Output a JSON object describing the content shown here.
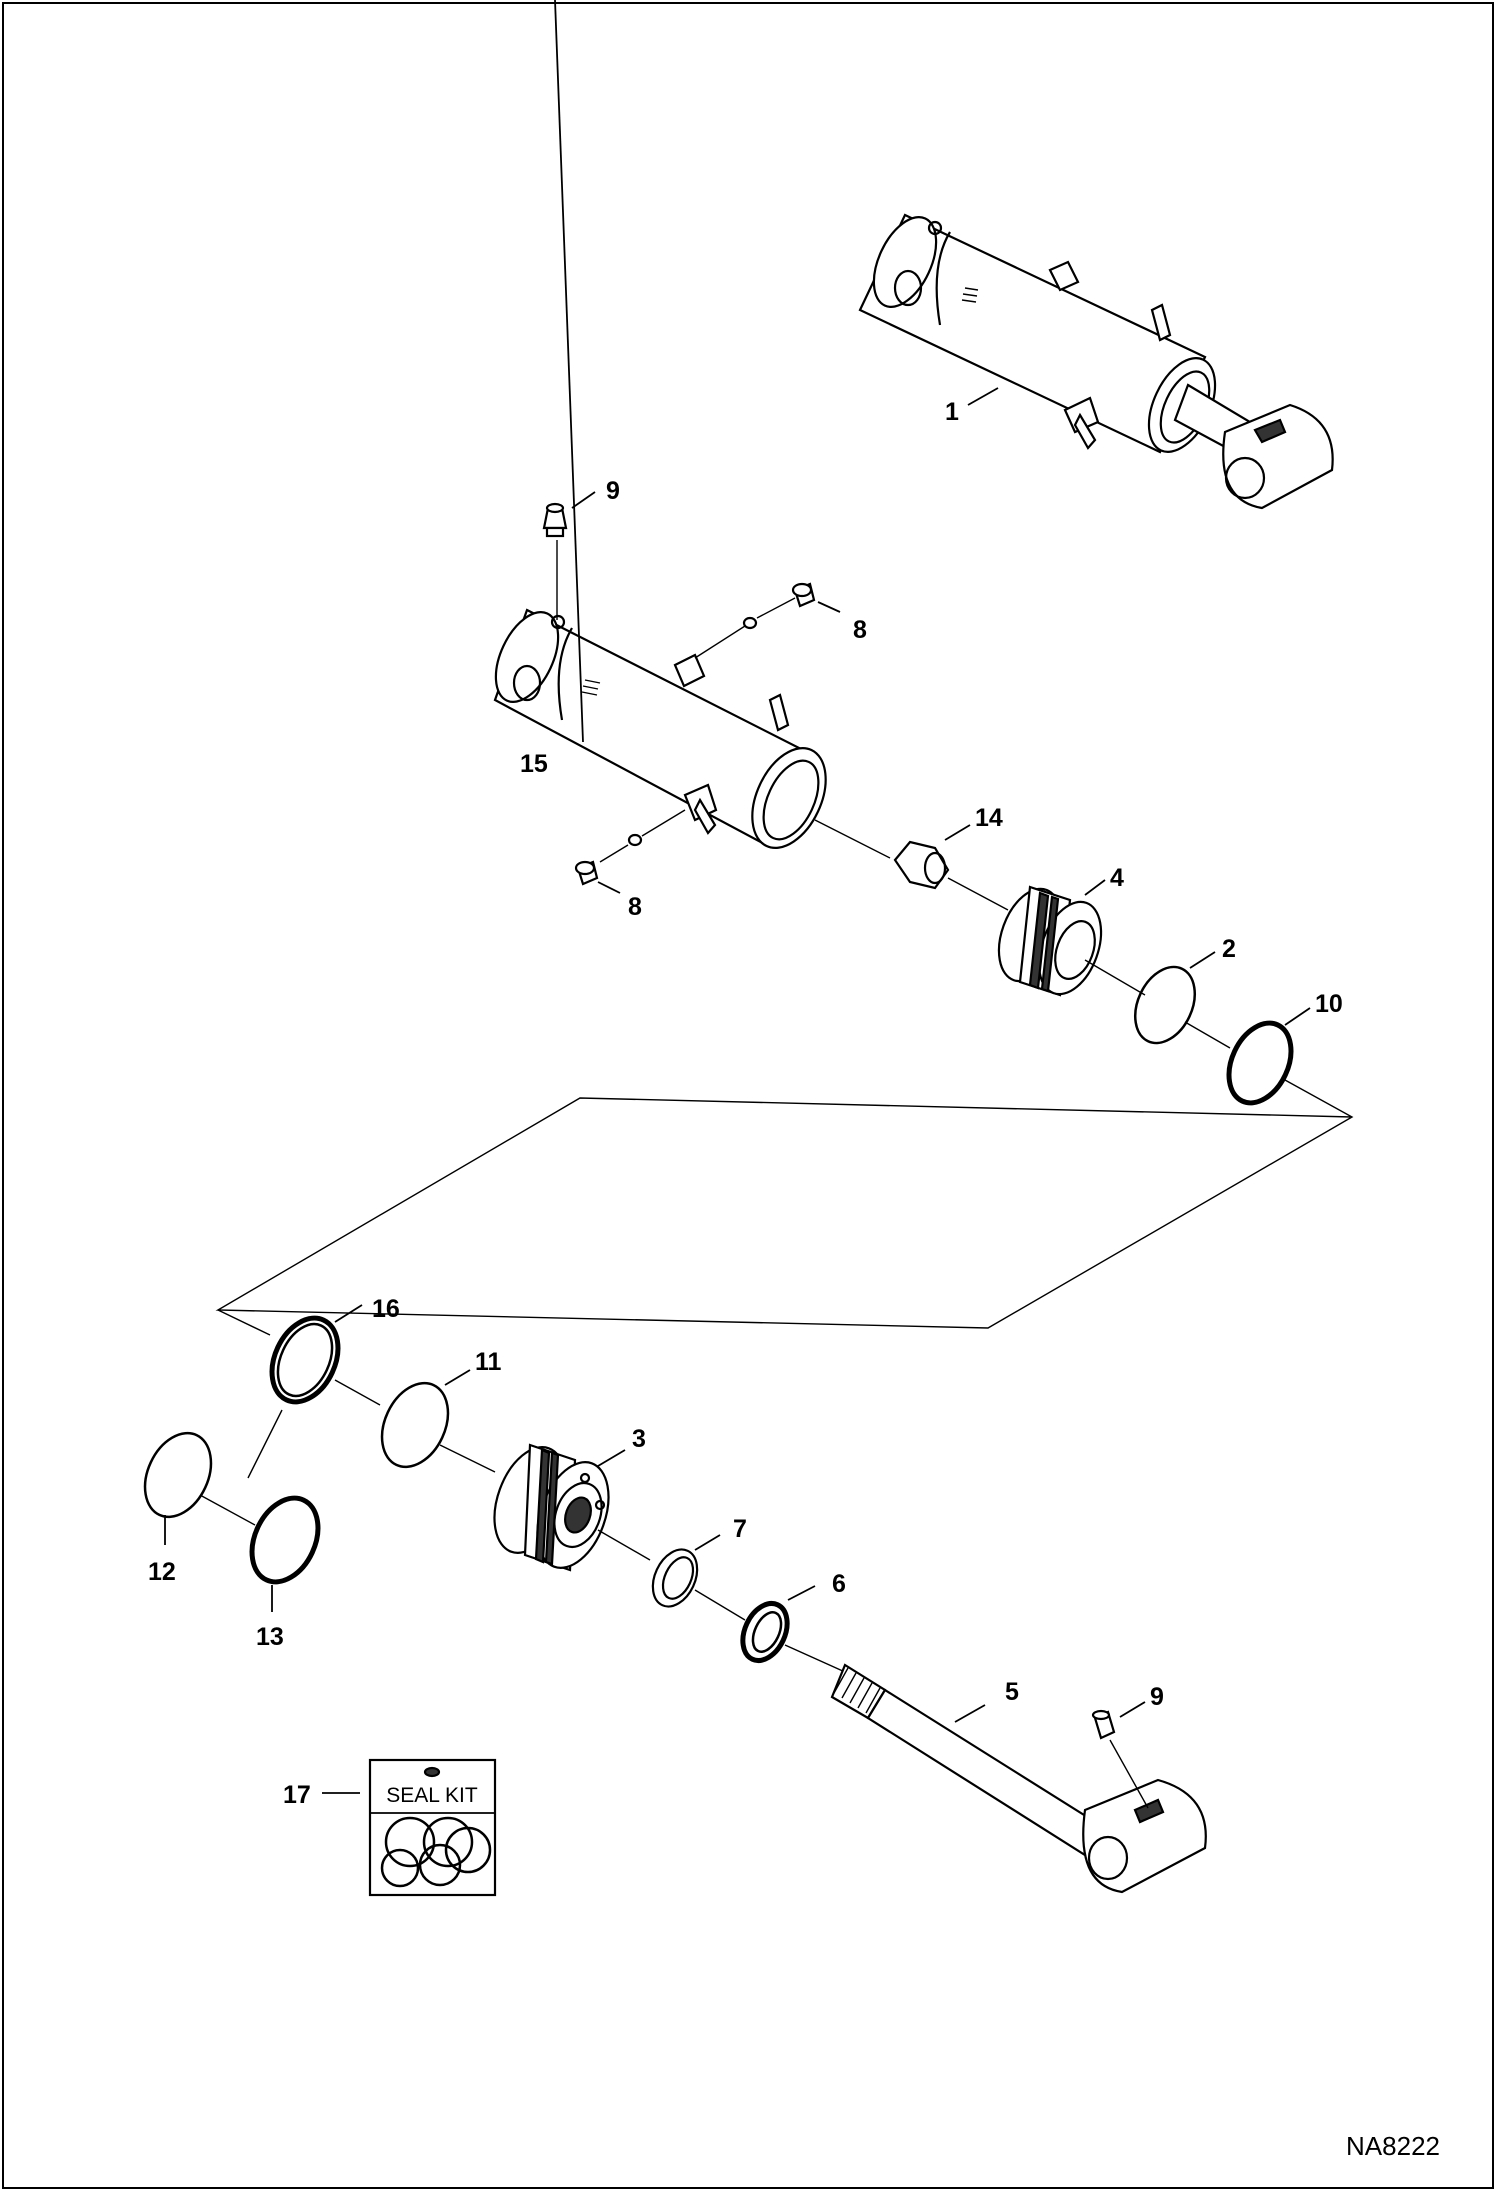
{
  "figure_id": "NA8222",
  "callouts": {
    "c1": "1",
    "c2": "2",
    "c3": "3",
    "c4": "4",
    "c5": "5",
    "c6": "6",
    "c7": "7",
    "c8a": "8",
    "c8b": "8",
    "c9a": "9",
    "c9b": "9",
    "c10": "10",
    "c11": "11",
    "c12": "12",
    "c13": "13",
    "c14": "14",
    "c15": "15",
    "c16": "16",
    "c17": "17"
  },
  "seal_kit": {
    "label": "SEAL KIT"
  }
}
